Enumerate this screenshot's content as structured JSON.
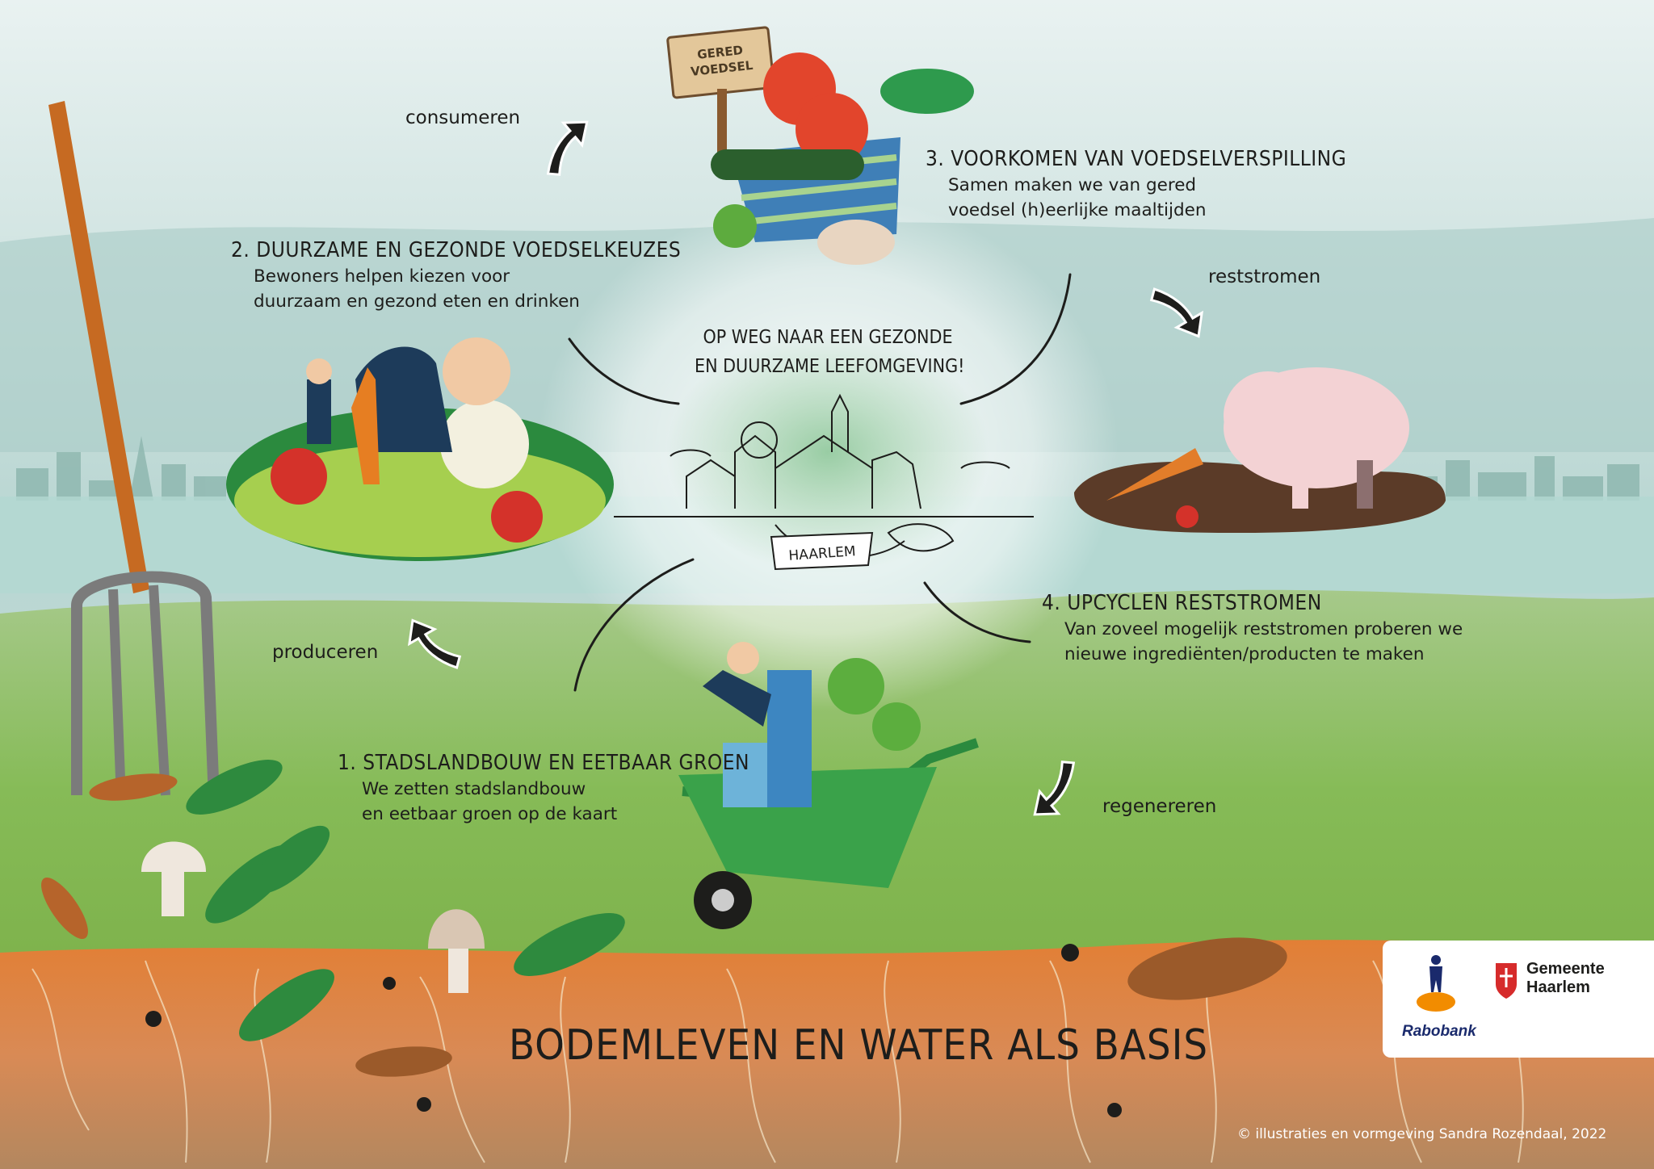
{
  "center": {
    "line1": "OP WEG NAAR EEN GEZONDE",
    "line2": "EN DUURZAME LEEFOMGEVING!",
    "town_label": "HAARLEM"
  },
  "steps": [
    {
      "title": "1. STADSLANDBOUW EN EETBAAR GROEN",
      "line1": "We zetten stadslandbouw",
      "line2": "en eetbaar groen op de kaart"
    },
    {
      "title": "2. DUURZAME EN GEZONDE VOEDSELKEUZES",
      "line1": "Bewoners helpen kiezen voor",
      "line2": "duurzaam en gezond eten en drinken"
    },
    {
      "title": "3. VOORKOMEN VAN VOEDSELVERSPILLING",
      "line1": "Samen maken we van gered",
      "line2": "voedsel (h)eerlijke maaltijden"
    },
    {
      "title": "4. UPCYCLEN RESTSTROMEN",
      "line1": "Van zoveel mogelijk reststromen proberen we",
      "line2": "nieuwe ingrediënten/producten te maken"
    }
  ],
  "flows": {
    "consume": "consumeren",
    "residual": "reststromen",
    "produce": "produceren",
    "regenerate": "regenereren"
  },
  "sign": {
    "line1": "GERED",
    "line2": "VOEDSEL"
  },
  "base_title": "BODEMLEVEN EN WATER ALS BASIS",
  "credit": "© illustraties en vormgeving Sandra Rozendaal, 2022",
  "logos": {
    "bank": "Rabobank",
    "municipality_line1": "Gemeente",
    "municipality_line2": "Haarlem"
  },
  "colors": {
    "sky": "#dbe9e8",
    "grass": "#7fb54a",
    "soil": "#e6873f",
    "leaf": "#2f8a3e"
  }
}
